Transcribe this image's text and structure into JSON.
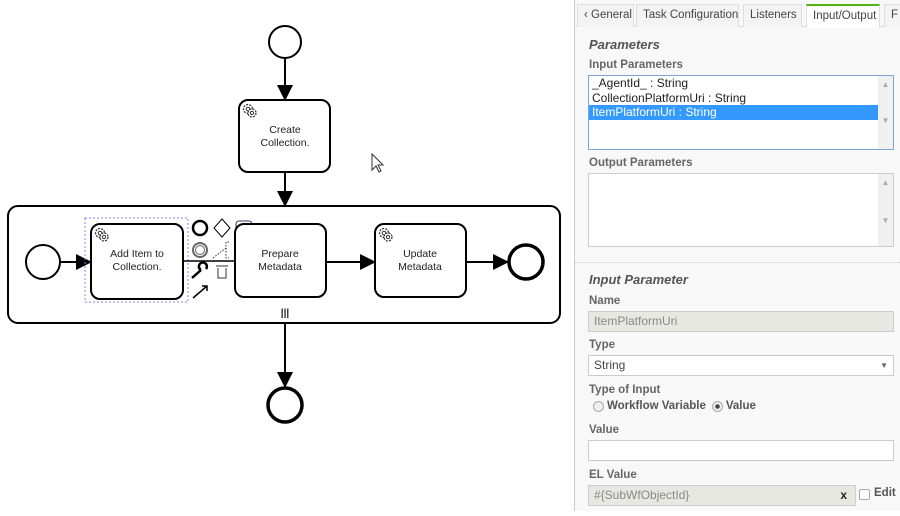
{
  "diagram": {
    "tasks": {
      "create": [
        "Create",
        "Collection."
      ],
      "add": [
        "Add Item to",
        "Collection."
      ],
      "prepare": [
        "Prepare",
        "Metadata"
      ],
      "update": [
        "Update",
        "Metadata"
      ]
    },
    "multi_instance_marker": "|||"
  },
  "panel": {
    "tabs": [
      {
        "label": "‹ General"
      },
      {
        "label": "Task Configuration"
      },
      {
        "label": "Listeners"
      },
      {
        "label": "Input/Output",
        "active": true
      },
      {
        "label": "F"
      }
    ],
    "parameters_heading": "Parameters",
    "input_parameters_label": "Input Parameters",
    "input_parameters": [
      "_AgentId_ : String",
      "CollectionPlatformUri : String",
      "ItemPlatformUri : String"
    ],
    "selected_index": 2,
    "output_parameters_label": "Output Parameters",
    "input_parameter_heading": "Input Parameter",
    "name_label": "Name",
    "name_value": "ItemPlatformUri",
    "type_label": "Type",
    "type_value": "String",
    "type_of_input_label": "Type of Input",
    "radio_workflow": "Workflow Variable",
    "radio_value": "Value",
    "radio_selected": "Value",
    "value_label": "Value",
    "value_value": "",
    "el_value_label": "EL Value",
    "el_value": "#{SubWfObjectId}",
    "clear": "x",
    "edit_label": "Edit",
    "edit_checked": false,
    "accent": "#52b415",
    "selection_color": "#3399ff"
  }
}
